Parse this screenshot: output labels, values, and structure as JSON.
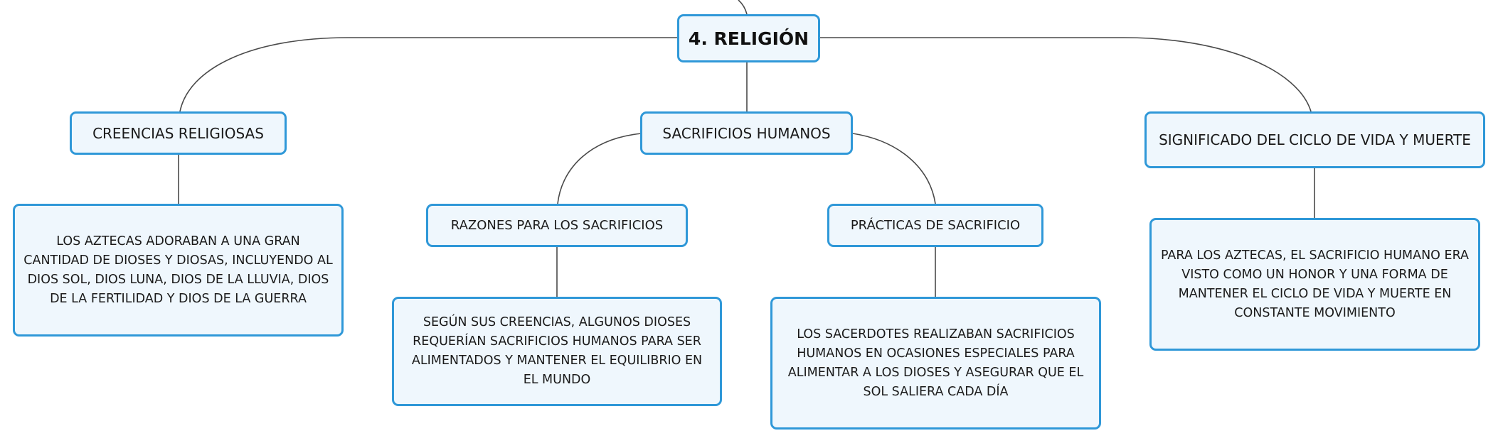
{
  "colors": {
    "border": "#2f98d8",
    "fill": "#eff7fd",
    "connector": "#4a4a4a"
  },
  "root": {
    "label": "4. RELIGIÓN"
  },
  "branches": [
    {
      "label": "CREENCIAS RELIGIOSAS",
      "detail": "LOS AZTECAS ADORABAN A UNA GRAN CANTIDAD DE DIOSES Y DIOSAS, INCLUYENDO AL DIOS SOL, DIOS LUNA, DIOS DE LA LLUVIA, DIOS DE LA FERTILIDAD Y DIOS DE LA GUERRA"
    },
    {
      "label": "SACRIFICIOS HUMANOS",
      "children": [
        {
          "label": "RAZONES PARA LOS SACRIFICIOS",
          "detail": "SEGÚN SUS CREENCIAS, ALGUNOS DIOSES REQUERÍAN SACRIFICIOS HUMANOS PARA SER ALIMENTADOS Y MANTENER EL EQUILIBRIO EN EL MUNDO"
        },
        {
          "label": "PRÁCTICAS DE SACRIFICIO",
          "detail": "LOS SACERDOTES REALIZABAN SACRIFICIOS HUMANOS EN OCASIONES ESPECIALES PARA ALIMENTAR A LOS DIOSES Y ASEGURAR QUE EL SOL SALIERA CADA DÍA"
        }
      ]
    },
    {
      "label": "SIGNIFICADO DEL CICLO DE VIDA Y MUERTE",
      "detail": "PARA LOS AZTECAS, EL SACRIFICIO HUMANO ERA VISTO COMO UN HONOR Y UNA FORMA DE MANTENER EL CICLO DE VIDA Y MUERTE EN CONSTANTE MOVIMIENTO"
    }
  ]
}
